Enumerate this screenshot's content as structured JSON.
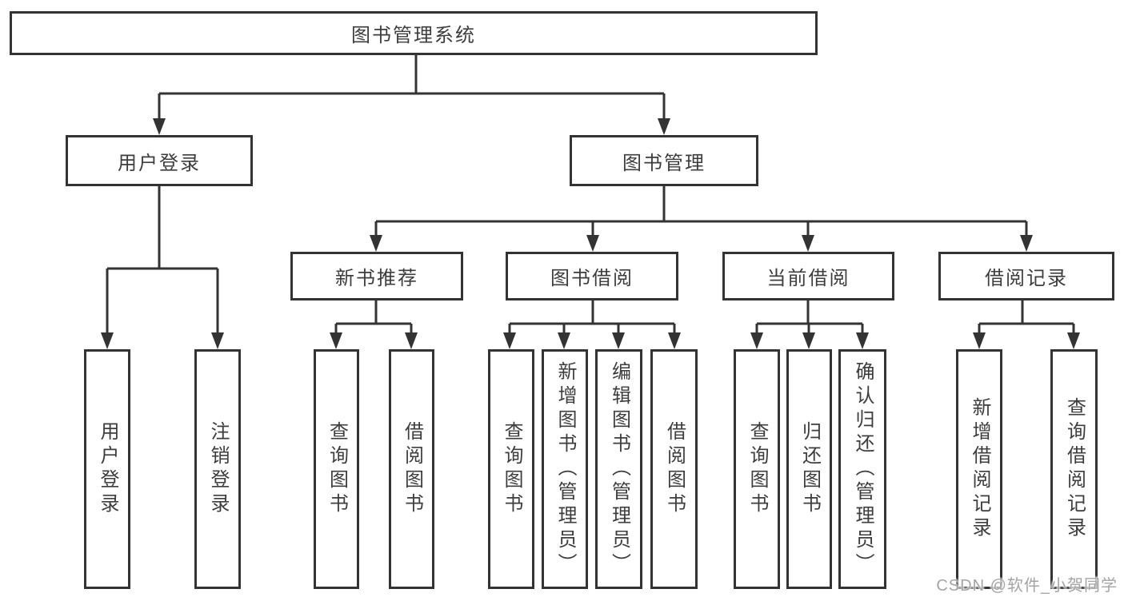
{
  "diagram": {
    "root": {
      "label": "图书管理系统"
    },
    "level1": [
      {
        "id": "user-login",
        "label": "用户登录"
      },
      {
        "id": "book-mgmt",
        "label": "图书管理"
      }
    ],
    "level2": [
      {
        "id": "new-book-rec",
        "label": "新书推荐",
        "parent": "图书管理"
      },
      {
        "id": "book-borrow",
        "label": "图书借阅",
        "parent": "图书管理"
      },
      {
        "id": "current-borrow",
        "label": "当前借阅",
        "parent": "图书管理"
      },
      {
        "id": "borrow-records",
        "label": "借阅记录",
        "parent": "图书管理"
      }
    ],
    "leaves": [
      {
        "id": "leaf-user-login",
        "label": "用户登录",
        "parent": "用户登录"
      },
      {
        "id": "leaf-logout",
        "label": "注销登录",
        "parent": "用户登录"
      },
      {
        "id": "leaf-query-book-1",
        "label": "查询图书",
        "parent": "新书推荐"
      },
      {
        "id": "leaf-borrow-book-1",
        "label": "借阅图书",
        "parent": "新书推荐"
      },
      {
        "id": "leaf-query-book-2",
        "label": "查询图书",
        "parent": "图书借阅"
      },
      {
        "id": "leaf-add-book",
        "label": "新增图书（管理员）",
        "parent": "图书借阅"
      },
      {
        "id": "leaf-edit-book",
        "label": "编辑图书（管理员）",
        "parent": "图书借阅"
      },
      {
        "id": "leaf-borrow-book-2",
        "label": "借阅图书",
        "parent": "图书借阅"
      },
      {
        "id": "leaf-query-book-3",
        "label": "查询图书",
        "parent": "当前借阅"
      },
      {
        "id": "leaf-return-book",
        "label": "归还图书",
        "parent": "当前借阅"
      },
      {
        "id": "leaf-confirm-return",
        "label": "确认归还（管理员）",
        "parent": "当前借阅"
      },
      {
        "id": "leaf-add-borrow-record",
        "label": "新增借阅记录",
        "parent": "借阅记录"
      },
      {
        "id": "leaf-query-borrow-record",
        "label": "查询借阅记录",
        "parent": "借阅记录"
      }
    ],
    "colors": {
      "line": "#333333",
      "box_border": "#333333",
      "text": "#3d3d3d",
      "background": "#ffffff",
      "watermark": "#a4a4a4"
    }
  },
  "watermark": {
    "label": "CSDN @软件_小贺同学"
  }
}
